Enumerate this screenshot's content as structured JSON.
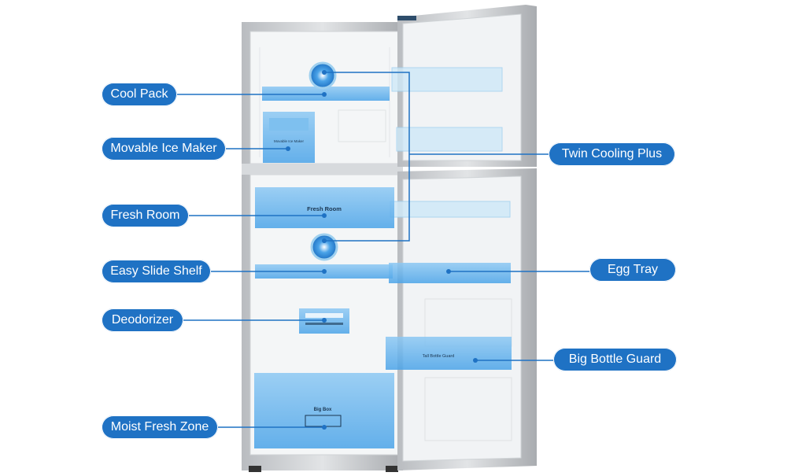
{
  "callouts": {
    "cool_pack": "Cool Pack",
    "movable_ice_maker": "Movable Ice Maker",
    "fresh_room": "Fresh Room",
    "easy_slide_shelf": "Easy Slide Shelf",
    "deodorizer": "Deodorizer",
    "moist_fresh_zone": "Moist Fresh Zone",
    "twin_cooling_plus": "Twin Cooling Plus",
    "egg_tray": "Egg Tray",
    "big_bottle_guard": "Big Bottle Guard"
  },
  "inner_labels": {
    "ice_maker": "Movable Ice Maker",
    "fresh_room": "Fresh Room",
    "tall_bottle_guard": "Tall Bottle Guard",
    "big_box": "Big Box"
  },
  "colors": {
    "callout_fill": "#1f72c4",
    "highlight": "#4aa3e8",
    "leader_line": "#1f72c4"
  }
}
